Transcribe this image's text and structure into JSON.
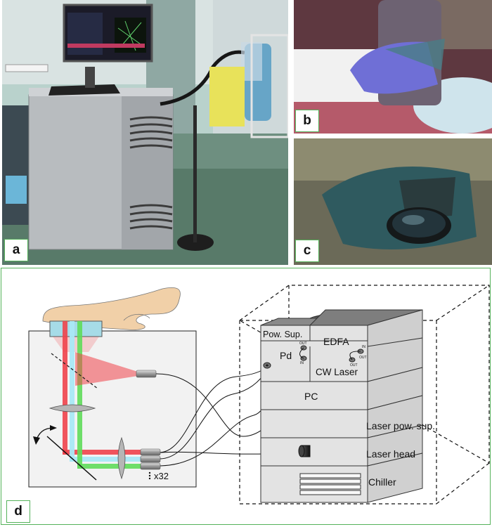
{
  "panels": {
    "a": {
      "label": "a"
    },
    "b": {
      "label": "b"
    },
    "c": {
      "label": "c"
    },
    "d": {
      "label": "d"
    }
  },
  "cabinet_modules": {
    "power_supply": "Pow. Sup.",
    "edfa": "EDFA",
    "photodiode": "Pd",
    "cw_laser": "CW Laser",
    "pc": "PC",
    "laser_power_supply": "Laser pow. sup.",
    "laser_head": "Laser head",
    "chiller": "Chiller"
  },
  "port_labels": {
    "out_1": "OUT",
    "in_1": "IN",
    "in_2": "IN",
    "out_2": "OUT",
    "out_3": "OUT"
  },
  "probe": {
    "fiber_count": "x32"
  },
  "colors": {
    "panel_border": "#55b25a",
    "red_beam": "#f0434b",
    "cyan_beam": "#a9e8f5",
    "green_beam": "#5fdc5a",
    "finger": "#f1d0a8"
  }
}
